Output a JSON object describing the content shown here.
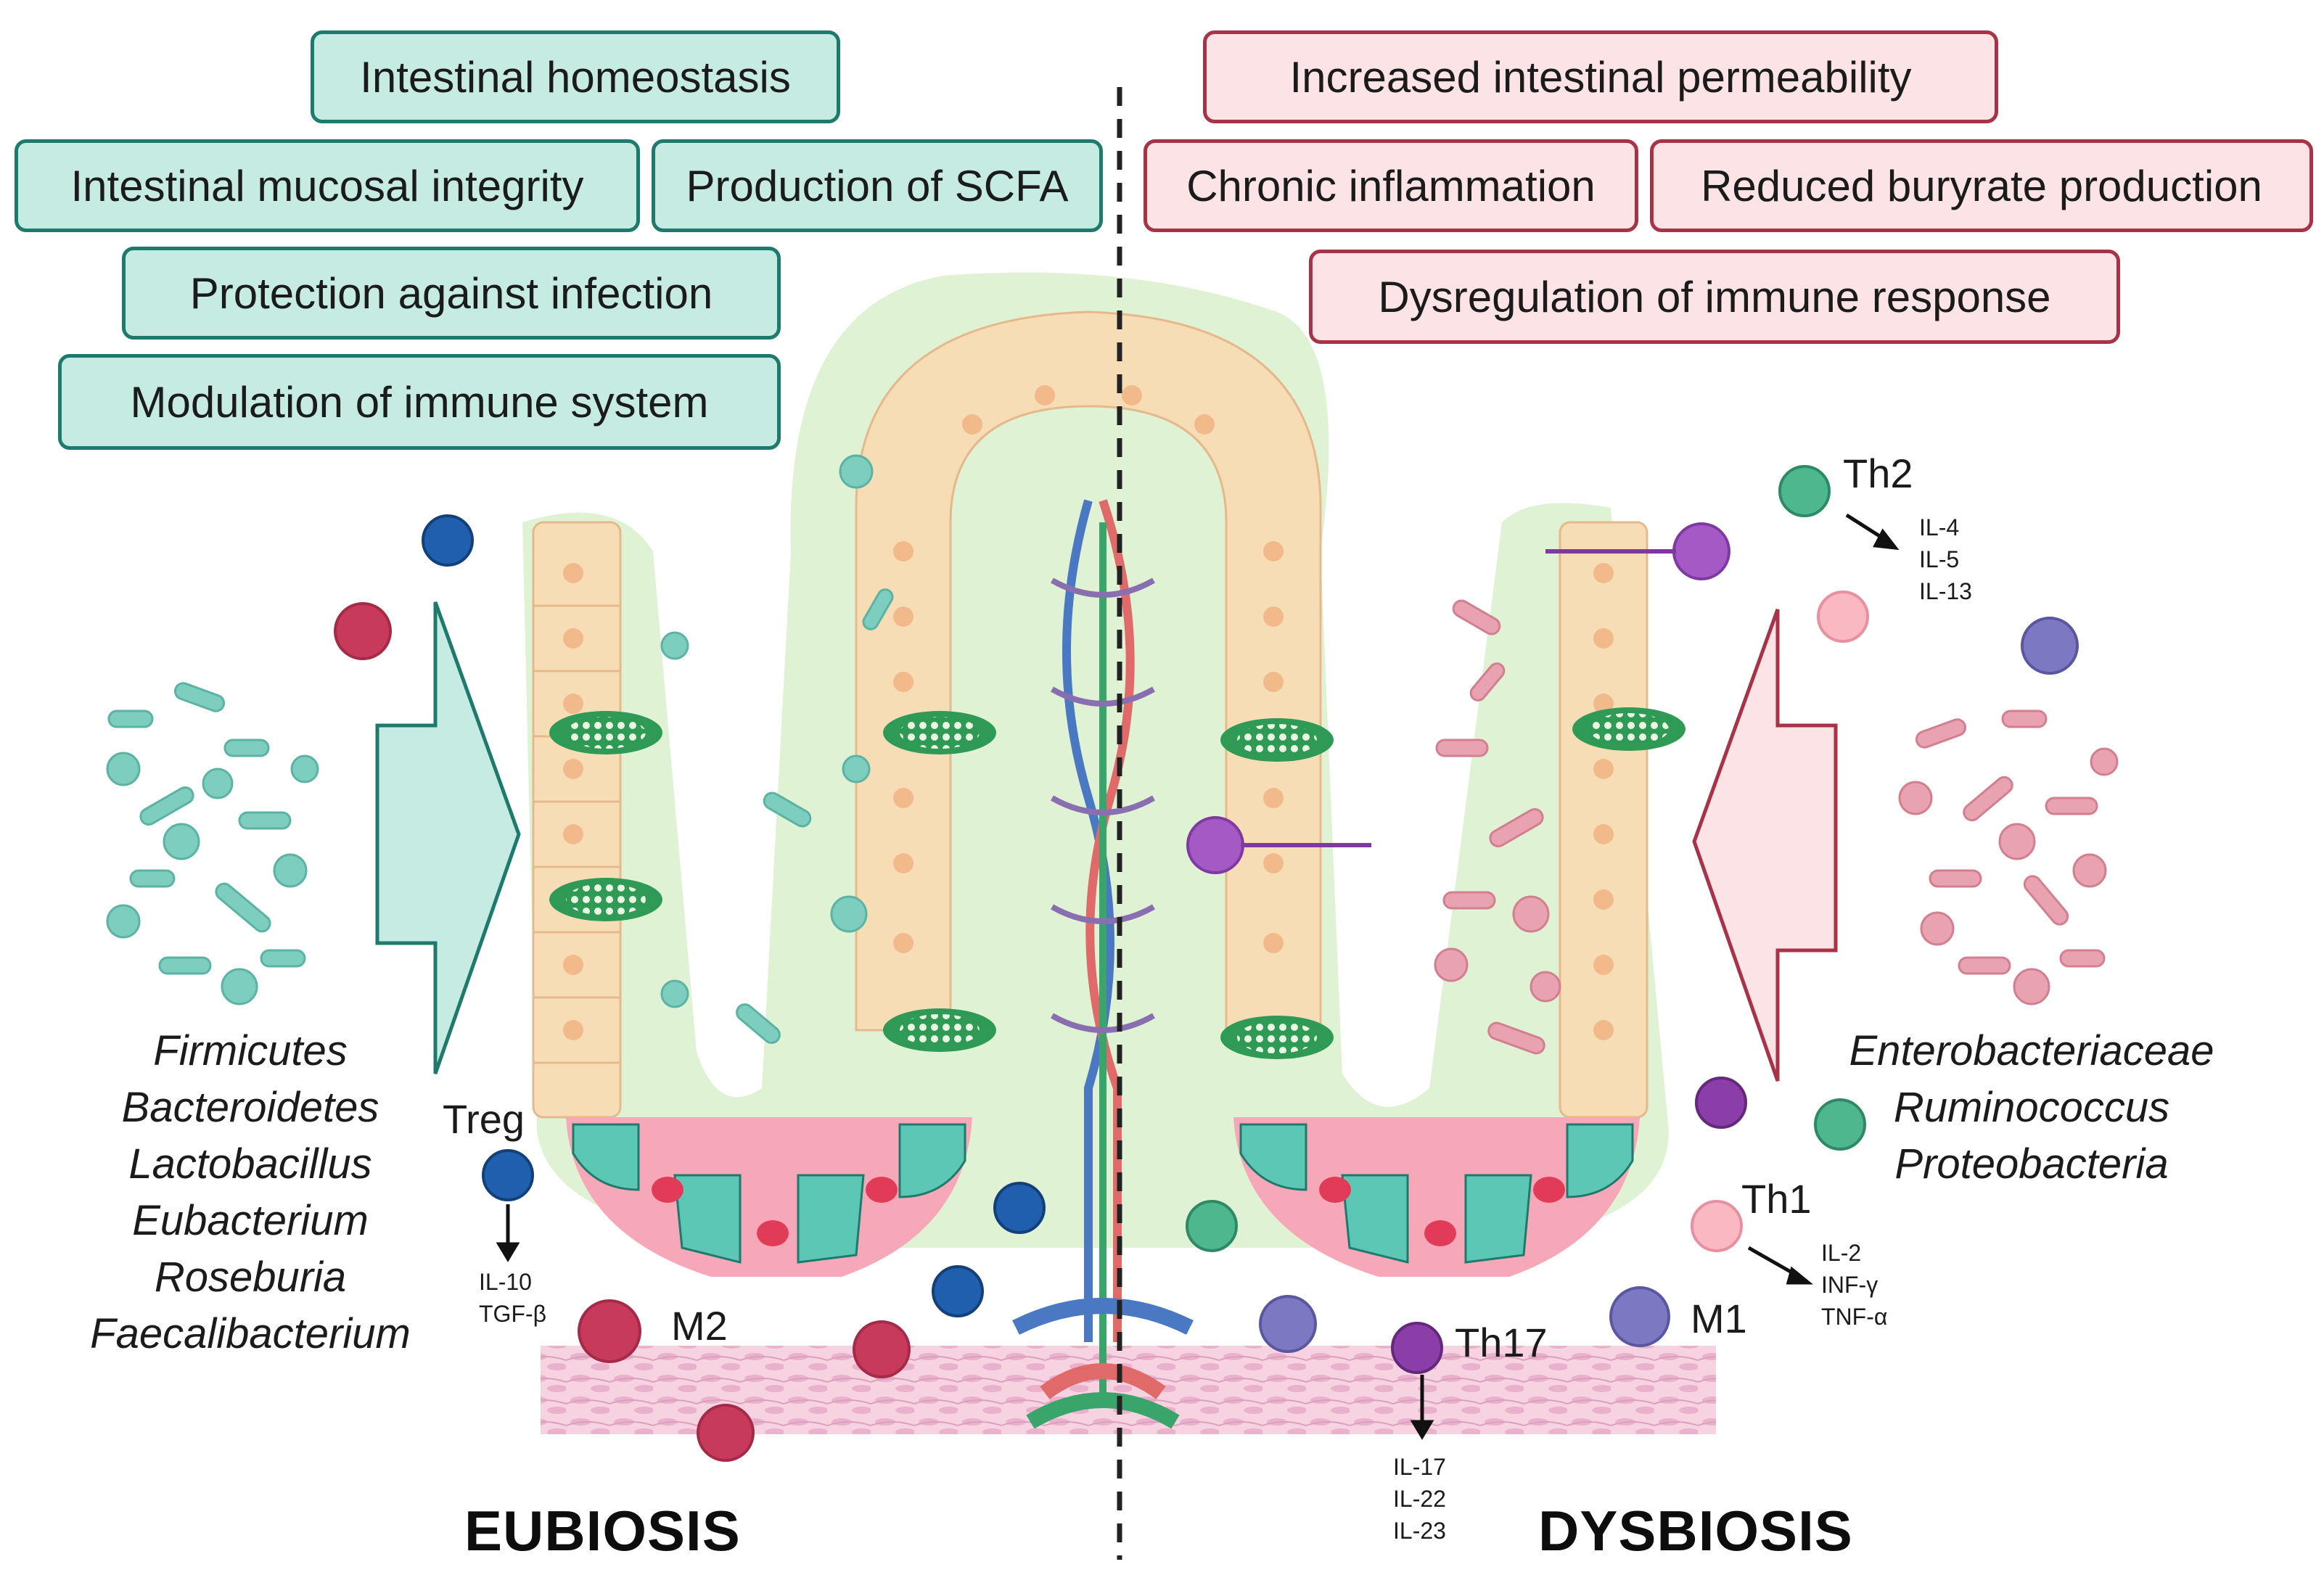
{
  "eubiosis": {
    "title": "EUBIOSIS",
    "benefits": [
      "Intestinal homeostasis",
      "Intestinal mucosal integrity",
      "Production of SCFA",
      "Protection against infection",
      "Modulation of immune system"
    ],
    "taxa": [
      "Firmicutes",
      "Bacteroidetes",
      "Lactobacillus",
      "Eubacterium",
      "Roseburia",
      "Faecalibacterium"
    ],
    "treg_label": "Treg",
    "treg_cytokines": [
      "IL-10",
      "TGF-β"
    ],
    "macrophage_label": "M2"
  },
  "dysbiosis": {
    "title": "DYSBIOSIS",
    "effects": [
      "Increased intestinal permeability",
      "Chronic inflammation",
      "Reduced buryrate production",
      "Dysregulation of immune response"
    ],
    "taxa": [
      "Enterobacteriaceae",
      "Ruminococcus",
      "Proteobacteria"
    ],
    "th2_label": "Th2",
    "th2_cytokines": [
      "IL-4",
      "IL-5",
      "IL-13"
    ],
    "th1_label": "Th1",
    "th1_cytokines": [
      "IL-2",
      "INF-γ",
      "TNF-α"
    ],
    "th17_label": "Th17",
    "th17_cytokines": [
      "IL-17",
      "IL-22",
      "IL-23"
    ],
    "macrophage_label": "M1"
  },
  "colors": {
    "eubiosis_fill": "#c6ebe3",
    "eubiosis_border": "#1e7a6c",
    "dysbiosis_fill": "#fbe3e6",
    "dysbiosis_border": "#a83247",
    "mucus": "#dff2d3",
    "epithelium": "#f6ddb6",
    "goblet": "#2e9a55",
    "vessel_red": "#e06a6a",
    "vessel_blue": "#4a78c2",
    "lymph_green": "#3aa56a"
  }
}
